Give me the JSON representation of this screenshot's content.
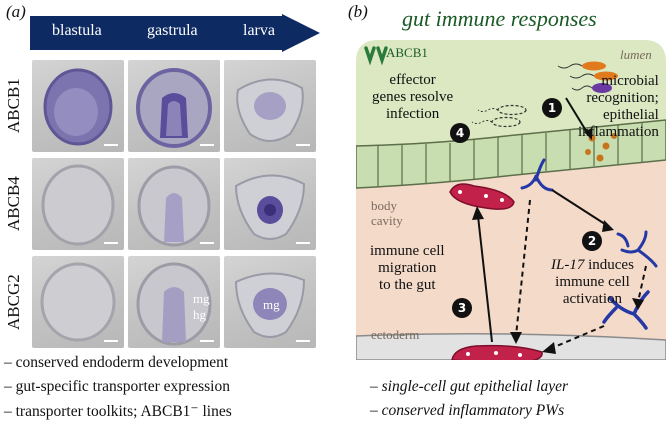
{
  "panel_a": {
    "label": "(a)",
    "stages": [
      "blastula",
      "gastrula",
      "larva"
    ],
    "genes": [
      "ABCB1",
      "ABCB4",
      "ABCG2"
    ],
    "tissue_labels": {
      "mg": "mg",
      "hg": "hg"
    },
    "bullets": [
      "– conserved endoderm development",
      "– gut-specific transporter expression",
      "– transporter toolkits; ABCB1⁻ lines"
    ],
    "colors": {
      "banner": "#0e2a63",
      "stain": "#5a4d9c"
    }
  },
  "panel_b": {
    "label": "(b)",
    "title": "gut immune responses",
    "legend": {
      "icon": "abcb1-glyph",
      "label": "ABCB1"
    },
    "regions": {
      "lumen": "lumen",
      "body_cavity_1": "body",
      "body_cavity_2": "cavity",
      "ectoderm": "ectoderm"
    },
    "steps": [
      {
        "num": "1",
        "lines": [
          "microbial",
          "recognition;",
          "epithelial",
          "inflammation"
        ]
      },
      {
        "num": "2",
        "lines_italic": "IL-17",
        "lines": [
          " induces",
          "immune cell",
          "activation"
        ]
      },
      {
        "num": "3",
        "lines": [
          "immune cell",
          "migration",
          "to the gut"
        ]
      },
      {
        "num": "4",
        "lines": [
          "effector",
          "genes resolve",
          "infection"
        ]
      }
    ],
    "bullets": [
      "– single-cell gut epithelial layer",
      "– conserved inflammatory PWs"
    ],
    "colors": {
      "lumen": "#dbe8c2",
      "cavity": "#f4dac9",
      "epithelium": "#c9deb0",
      "immune_cell": "#c2214a",
      "activated": "#2438a6",
      "abcb1": "#2a7a3a"
    }
  }
}
